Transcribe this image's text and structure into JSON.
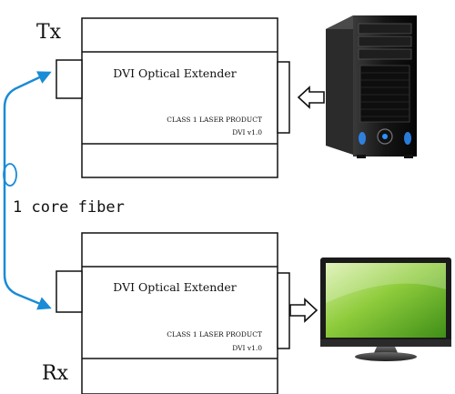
{
  "tx_label": "Tx",
  "rx_label": "Rx",
  "fiber_label": "1 core fiber",
  "tx_unit": {
    "title": "DVI Optical Extender",
    "class_text": "CLASS 1 LASER PRODUCT",
    "version": "DVI v1.0"
  },
  "rx_unit": {
    "title": "DVI Optical Extender",
    "class_text": "CLASS 1 LASER PRODUCT",
    "version": "DVI v1.0"
  },
  "source_device": "pc-tower",
  "display_device": "lcd-monitor",
  "colors": {
    "fiber": "#1a8bd6",
    "outline": "#111111",
    "monitor_screen": "#7fc23a",
    "led": "#2f8fff"
  }
}
